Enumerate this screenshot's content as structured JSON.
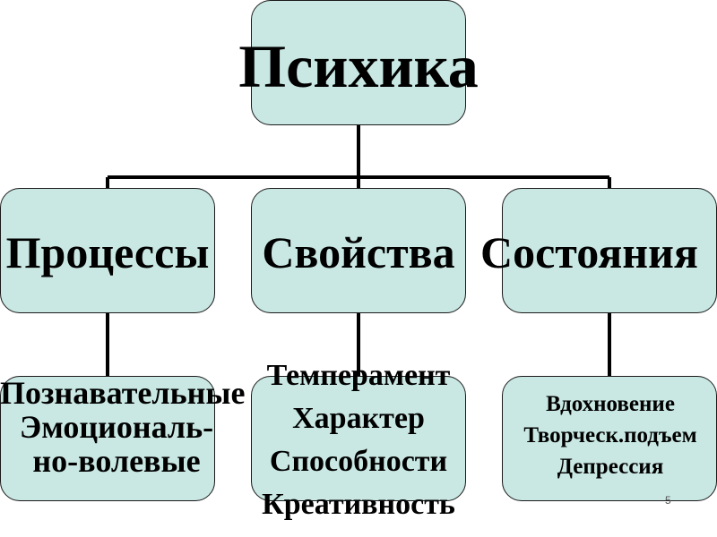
{
  "diagram": {
    "root": {
      "label": "Психика"
    },
    "categories": [
      {
        "label": "Процессы",
        "items": [
          "Познавательные",
          "Эмоциональ-",
          "но-волевые"
        ]
      },
      {
        "label": "Свойства",
        "items": [
          "Темперамент",
          "Характер",
          "Способности",
          "Креативность"
        ]
      },
      {
        "label": "Состояния",
        "items": [
          "Вдохновение",
          "Творческ.подъем",
          "Депрессия"
        ]
      }
    ],
    "page_number": "5"
  },
  "colors": {
    "box_fill": "#c9e8e3",
    "box_border": "#1a1a1a",
    "connector": "#000000",
    "text": "#000000"
  }
}
